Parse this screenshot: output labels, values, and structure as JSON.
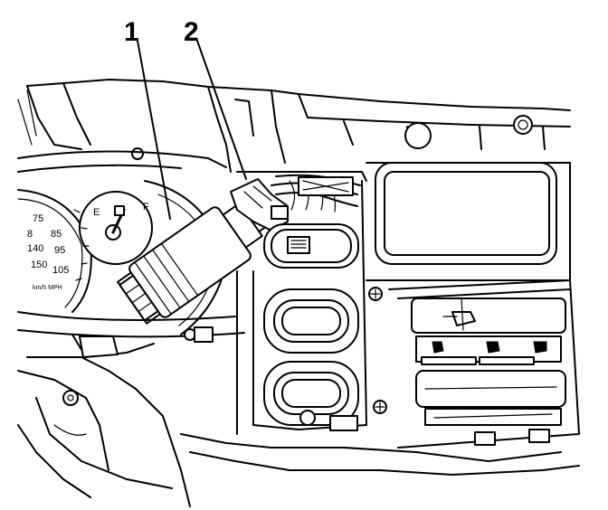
{
  "callouts": [
    {
      "id": "1",
      "label": "1"
    },
    {
      "id": "2",
      "label": "2"
    }
  ],
  "gauge": {
    "speed_numbers": [
      "75",
      "8",
      "85",
      "140",
      "95",
      "150",
      "105"
    ],
    "units_label": "km/h  MPH",
    "fuel_empty": "E",
    "fuel_full": "F"
  }
}
